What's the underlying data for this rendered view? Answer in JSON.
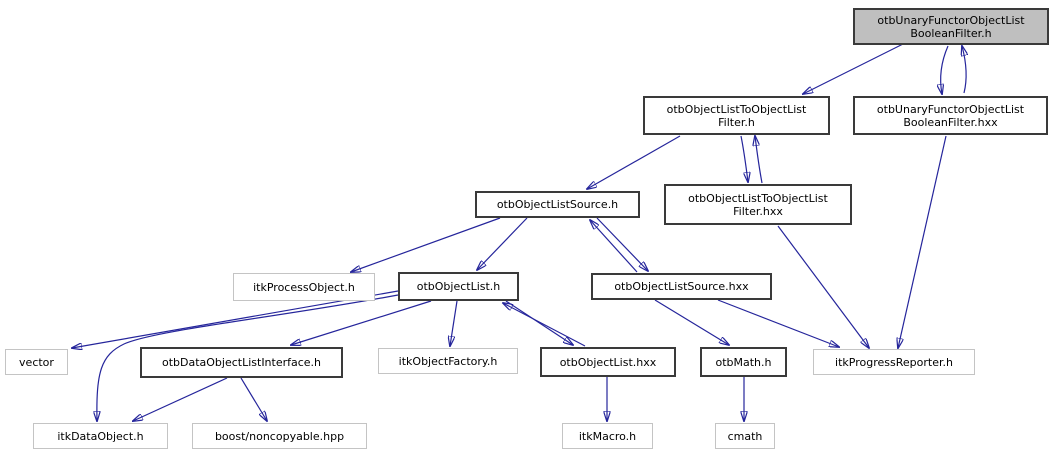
{
  "graph": {
    "kind": "doxygen-include-dependency-graph",
    "edge_color": "#25259b",
    "focus_fill_color": "#bfbfbf",
    "internal_border_color": "#3a3a3a",
    "external_border_color": "#c4c4c4",
    "nodes": [
      {
        "id": "uf-h",
        "label": "otbUnaryFunctorObjectListBooleanFilter.h",
        "lines": [
          "otbUnaryFunctorObjectList",
          "BooleanFilter.h"
        ],
        "kind": "focus"
      },
      {
        "id": "uf-hxx",
        "label": "otbUnaryFunctorObjectListBooleanFilter.hxx",
        "lines": [
          "otbUnaryFunctorObjectList",
          "BooleanFilter.hxx"
        ],
        "kind": "internal"
      },
      {
        "id": "oltol-h",
        "label": "otbObjectListToObjectListFilter.h",
        "lines": [
          "otbObjectListToObjectList",
          "Filter.h"
        ],
        "kind": "internal"
      },
      {
        "id": "oltol-hxx",
        "label": "otbObjectListToObjectListFilter.hxx",
        "lines": [
          "otbObjectListToObjectList",
          "Filter.hxx"
        ],
        "kind": "internal"
      },
      {
        "id": "ols-h",
        "label": "otbObjectListSource.h",
        "lines": [
          "otbObjectListSource.h"
        ],
        "kind": "internal"
      },
      {
        "id": "itkprocess",
        "label": "itkProcessObject.h",
        "lines": [
          "itkProcessObject.h"
        ],
        "kind": "external"
      },
      {
        "id": "objlist-h",
        "label": "otbObjectList.h",
        "lines": [
          "otbObjectList.h"
        ],
        "kind": "internal"
      },
      {
        "id": "ols-hxx",
        "label": "otbObjectListSource.hxx",
        "lines": [
          "otbObjectListSource.hxx"
        ],
        "kind": "internal"
      },
      {
        "id": "vector",
        "label": "vector",
        "lines": [
          "vector"
        ],
        "kind": "external"
      },
      {
        "id": "interface",
        "label": "otbDataObjectListInterface.h",
        "lines": [
          "otbDataObjectListInterface.h"
        ],
        "kind": "internal"
      },
      {
        "id": "itkfactory",
        "label": "itkObjectFactory.h",
        "lines": [
          "itkObjectFactory.h"
        ],
        "kind": "external"
      },
      {
        "id": "objlist-hxx",
        "label": "otbObjectList.hxx",
        "lines": [
          "otbObjectList.hxx"
        ],
        "kind": "internal"
      },
      {
        "id": "otbmath",
        "label": "otbMath.h",
        "lines": [
          "otbMath.h"
        ],
        "kind": "internal"
      },
      {
        "id": "itkprogress",
        "label": "itkProgressReporter.h",
        "lines": [
          "itkProgressReporter.h"
        ],
        "kind": "external"
      },
      {
        "id": "itkdataobject",
        "label": "itkDataObject.h",
        "lines": [
          "itkDataObject.h"
        ],
        "kind": "external"
      },
      {
        "id": "boost",
        "label": "boost/noncopyable.hpp",
        "lines": [
          "boost/noncopyable.hpp"
        ],
        "kind": "external"
      },
      {
        "id": "itkmacro",
        "label": "itkMacro.h",
        "lines": [
          "itkMacro.h"
        ],
        "kind": "external"
      },
      {
        "id": "cmath",
        "label": "cmath",
        "lines": [
          "cmath"
        ],
        "kind": "external"
      }
    ],
    "edges": [
      {
        "from": "uf-h",
        "to": "oltol-h"
      },
      {
        "from": "uf-h",
        "to": "uf-hxx"
      },
      {
        "from": "uf-hxx",
        "to": "uf-h"
      },
      {
        "from": "uf-hxx",
        "to": "itkprogress"
      },
      {
        "from": "oltol-h",
        "to": "ols-h"
      },
      {
        "from": "oltol-h",
        "to": "oltol-hxx"
      },
      {
        "from": "oltol-hxx",
        "to": "oltol-h"
      },
      {
        "from": "oltol-hxx",
        "to": "itkprogress"
      },
      {
        "from": "ols-h",
        "to": "itkprocess"
      },
      {
        "from": "ols-h",
        "to": "objlist-h"
      },
      {
        "from": "ols-h",
        "to": "ols-hxx"
      },
      {
        "from": "ols-hxx",
        "to": "ols-h"
      },
      {
        "from": "ols-hxx",
        "to": "otbmath"
      },
      {
        "from": "ols-hxx",
        "to": "itkprogress"
      },
      {
        "from": "objlist-h",
        "to": "vector"
      },
      {
        "from": "objlist-h",
        "to": "itkdataobject"
      },
      {
        "from": "objlist-h",
        "to": "interface"
      },
      {
        "from": "objlist-h",
        "to": "itkfactory"
      },
      {
        "from": "objlist-h",
        "to": "objlist-hxx"
      },
      {
        "from": "objlist-hxx",
        "to": "objlist-h"
      },
      {
        "from": "objlist-hxx",
        "to": "itkmacro"
      },
      {
        "from": "interface",
        "to": "itkdataobject"
      },
      {
        "from": "interface",
        "to": "boost"
      },
      {
        "from": "otbmath",
        "to": "cmath"
      }
    ]
  }
}
